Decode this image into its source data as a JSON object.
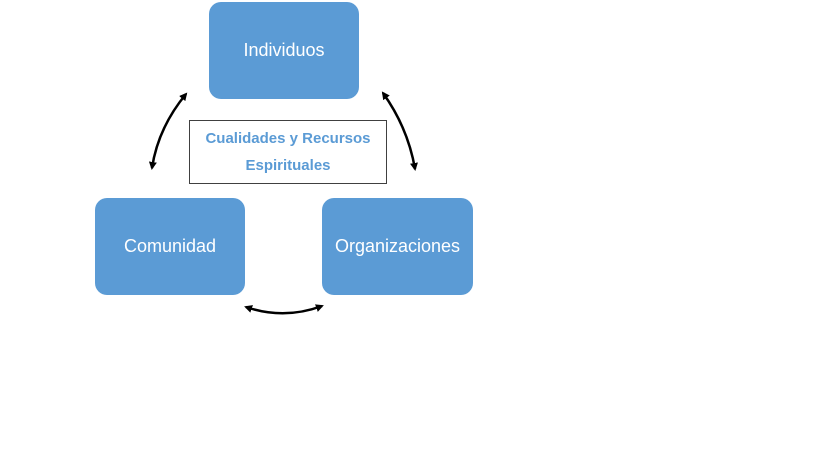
{
  "nodes": {
    "individuos": "Individuos",
    "comunidad": "Comunidad",
    "organizaciones": "Organizaciones"
  },
  "center": {
    "line1": "Cualidades y Recursos",
    "line2": "Espirituales"
  },
  "colors": {
    "node_fill": "#5b9bd5",
    "node_text": "#ffffff",
    "center_text": "#5b9bd5",
    "arrow": "#000000"
  }
}
